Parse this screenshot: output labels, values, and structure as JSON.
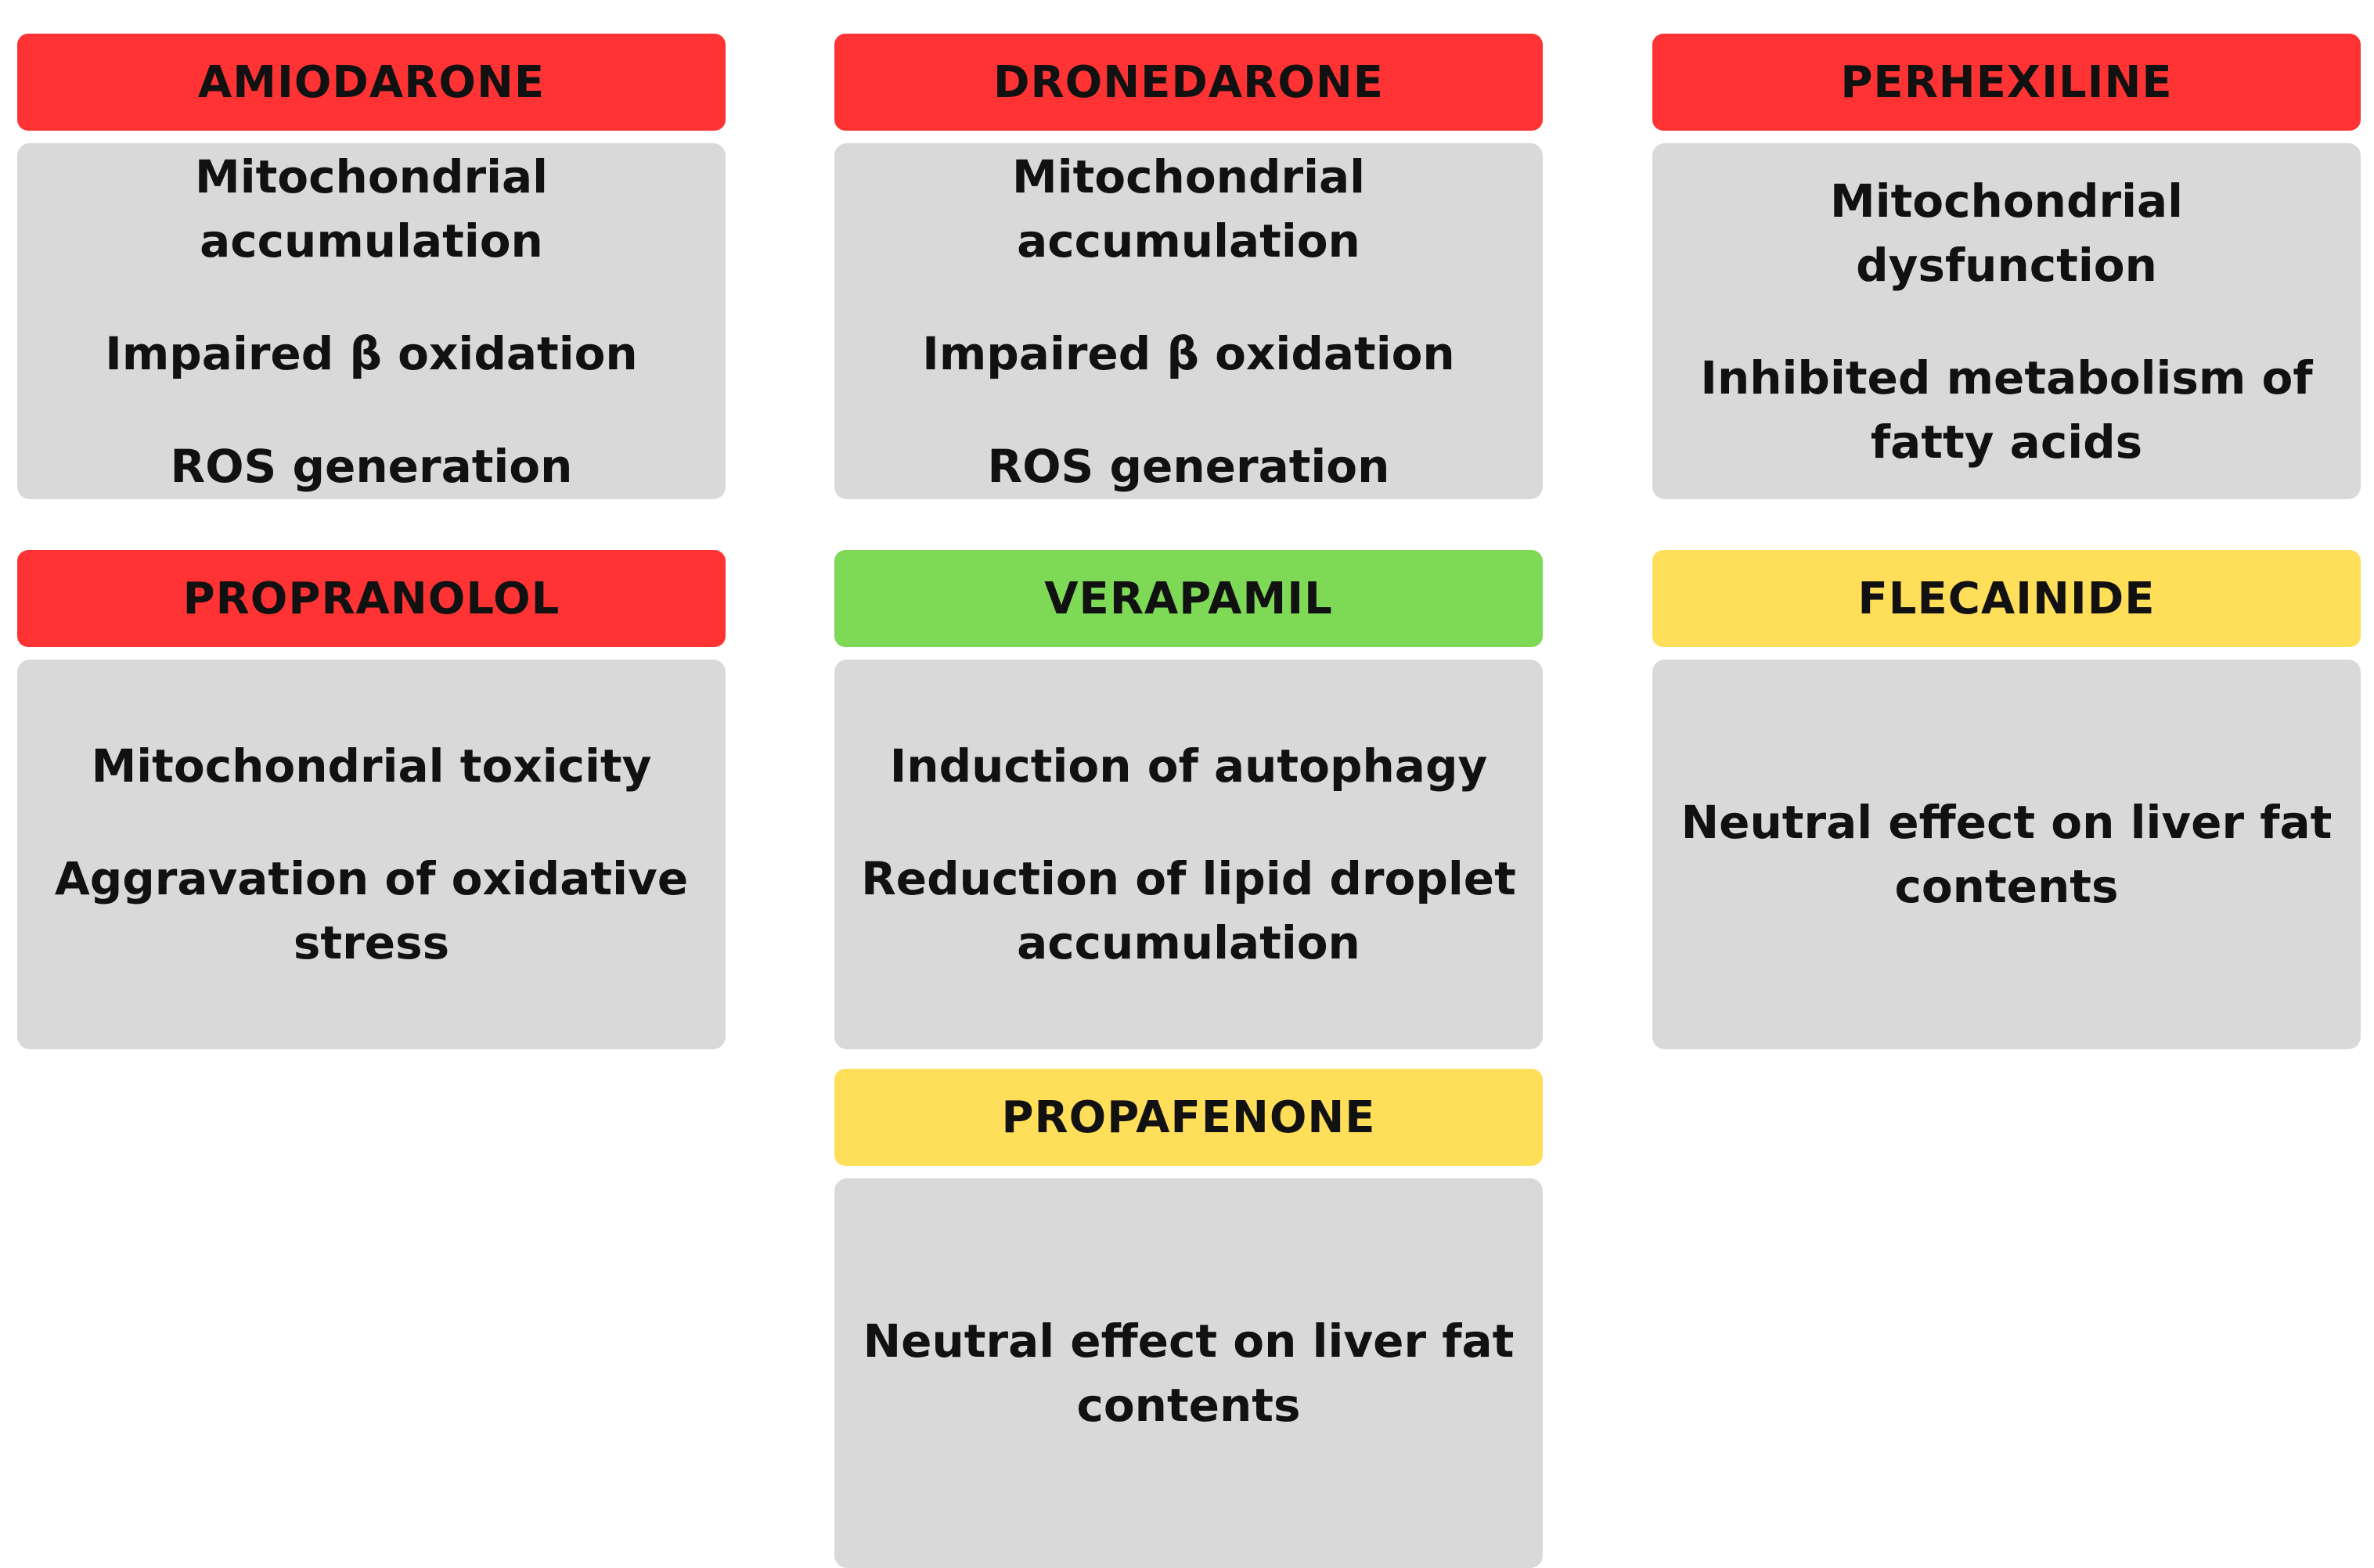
{
  "colors": {
    "red": "#ff3333",
    "green": "#7ed957",
    "yellow": "#ffde59",
    "body": "#d9d9d9",
    "text": "#111111"
  },
  "drugs": [
    {
      "name": "AMIODARONE",
      "status_color": "#ff3333",
      "effects": [
        "Mitochondrial accumulation",
        "Impaired β oxidation",
        "ROS generation"
      ]
    },
    {
      "name": "DRONEDARONE",
      "status_color": "#ff3333",
      "effects": [
        "Mitochondrial accumulation",
        "Impaired β oxidation",
        "ROS generation"
      ]
    },
    {
      "name": "PERHEXILINE",
      "status_color": "#ff3333",
      "effects": [
        "Mitochondrial dysfunction",
        "Inhibited metabolism of fatty acids"
      ]
    },
    {
      "name": "PROPRANOLOL",
      "status_color": "#ff3333",
      "effects": [
        "Mitochondrial toxicity",
        "Aggravation of oxidative stress"
      ]
    },
    {
      "name": "VERAPAMIL",
      "status_color": "#7ed957",
      "effects": [
        "Induction of autophagy",
        "Reduction of lipid droplet accumulation"
      ]
    },
    {
      "name": "FLECAINIDE",
      "status_color": "#ffde59",
      "effects": [
        "Neutral effect on liver fat contents"
      ]
    },
    {
      "name": "PROPAFENONE",
      "status_color": "#ffde59",
      "effects": [
        "Neutral effect on liver fat contents"
      ]
    }
  ]
}
